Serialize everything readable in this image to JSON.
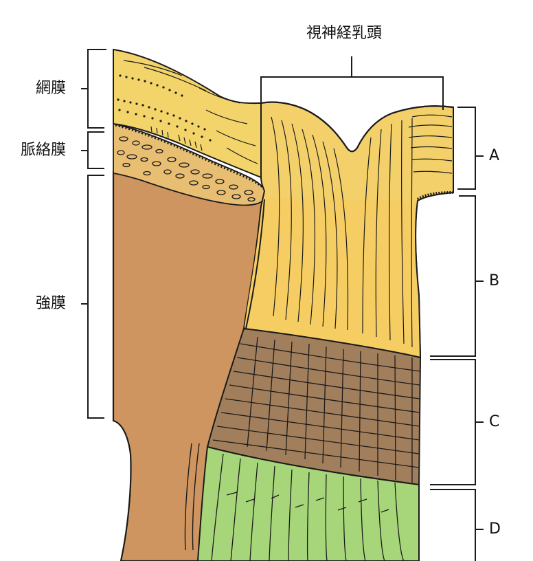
{
  "labels": {
    "top": "視神経乳頭",
    "left": [
      "網膜",
      "脈絡膜",
      "強膜"
    ],
    "right": [
      "A",
      "B",
      "C",
      "D"
    ]
  },
  "colors": {
    "retina_yellow": "#f2d46a",
    "choroid_tan": "#e8be72",
    "sclera_brown": "#cf9560",
    "nerve_yellow": "#f3d06a",
    "lamina_brown": "#a27f5c",
    "retrolaminar_green": "#a6d679",
    "ink": "#1a1a1a"
  }
}
